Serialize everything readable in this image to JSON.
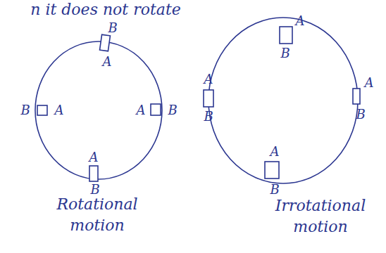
{
  "diagram": {
    "labels": [
      "n it does not rotate",
      "B",
      "A",
      "B",
      "A",
      "A",
      "B",
      "A",
      "B",
      "A",
      "B",
      "A",
      "B",
      "A",
      "B",
      "A",
      "B",
      "Rotational motion",
      "Irrotational motion"
    ]
  }
}
